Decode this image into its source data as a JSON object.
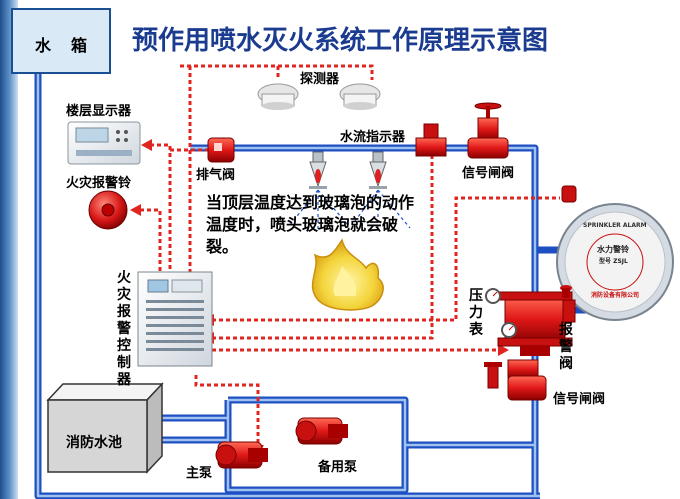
{
  "title": "预作用喷水灭火系统工作原理示意图",
  "water_tank": "水箱",
  "labels": {
    "detector": "探测器",
    "floor_display": "楼层显示器",
    "fire_bell": "火灾报警铃",
    "exhaust_valve": "排气阀",
    "flow_indicator": "水流指示器",
    "signal_valve_top": "信号闸阀",
    "pressure_gauge": "压力表",
    "alarm_valve": "报警阀",
    "signal_valve_bottom": "信号闸阀",
    "fire_controller": "火灾报警控制器",
    "fire_pool": "消防水池",
    "main_pump": "主泵",
    "backup_pump": "备用泵"
  },
  "note_text": "当顶层温度达到玻璃泡的动作温度时，喷头玻璃泡就会破裂。",
  "gong_text": {
    "ring_top": "SPRINKLER ALARM",
    "center": "水力警铃",
    "model": "型号 ZSJL",
    "maker": "消防设备有限公司"
  },
  "colors": {
    "pipe": "#1d4fc3",
    "pipe_inner": "#9fc2ee",
    "signal": "#e0241f",
    "title": "#1a3b8f"
  }
}
